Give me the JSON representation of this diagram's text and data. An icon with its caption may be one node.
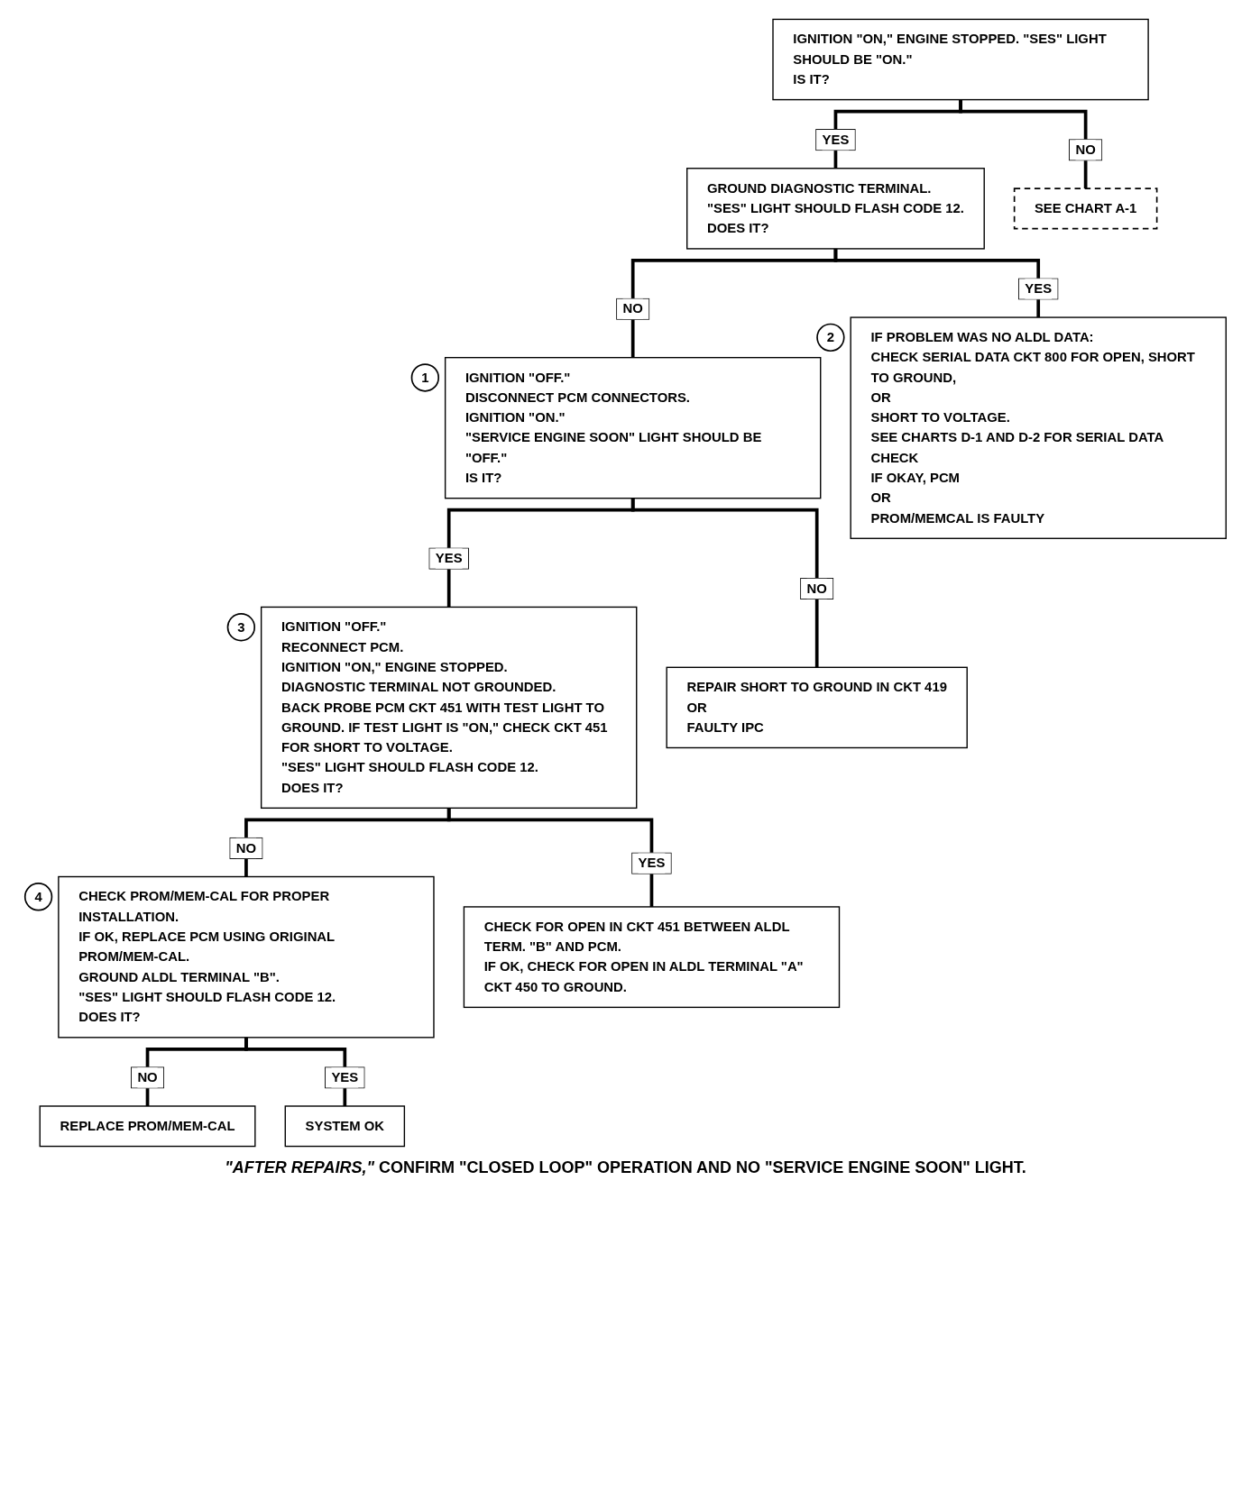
{
  "diagram": {
    "nodes": [
      {
        "text": [
          "IGNITION \"ON,\" ENGINE STOPPED. \"SES\" LIGHT SHOULD BE \"ON.\"",
          "IS IT?"
        ]
      },
      {
        "text": [
          "GROUND DIAGNOSTIC TERMINAL.",
          "\"SES\" LIGHT SHOULD FLASH CODE 12.",
          "DOES IT?"
        ]
      },
      {
        "text": [
          "SEE CHART A-1"
        ]
      },
      {
        "text": [
          "IGNITION \"OFF.\"",
          "DISCONNECT PCM CONNECTORS.",
          "IGNITION \"ON.\"",
          "\"SERVICE ENGINE SOON\" LIGHT SHOULD BE \"OFF.\"",
          "IS IT?"
        ],
        "beside": [
          "1"
        ]
      },
      {
        "text": [
          "IF PROBLEM WAS NO ALDL DATA:",
          "CHECK SERIAL DATA CKT 800 FOR OPEN, SHORT TO GROUND,",
          "OR",
          "SHORT TO VOLTAGE.",
          "SEE CHARTS D-1 AND D-2 FOR SERIAL DATA CHECK",
          "IF OKAY, PCM",
          "OR",
          "PROM/MEMCAL IS FAULTY"
        ],
        "beside": [
          "2"
        ]
      },
      {
        "text": [
          "IGNITION \"OFF.\"",
          "RECONNECT PCM.",
          "IGNITION \"ON,\" ENGINE STOPPED.",
          "DIAGNOSTIC TERMINAL NOT GROUNDED.",
          "BACK PROBE PCM CKT 451 WITH TEST LIGHT TO GROUND. IF TEST LIGHT IS \"ON,\" CHECK CKT 451 FOR SHORT TO VOLTAGE.",
          "\"SES\" LIGHT SHOULD FLASH CODE 12.",
          "DOES IT?"
        ],
        "beside": [
          "3"
        ]
      },
      {
        "text": [
          "REPAIR SHORT TO GROUND IN CKT 419",
          "OR",
          "FAULTY IPC"
        ]
      },
      {
        "text": [
          "CHECK PROM/MEM-CAL FOR PROPER INSTALLATION.",
          "IF OK, REPLACE PCM USING ORIGINAL PROM/MEM-CAL.",
          "GROUND ALDL TERMINAL \"B\".",
          "\"SES\" LIGHT SHOULD FLASH CODE 12.",
          "DOES IT?"
        ],
        "beside": [
          "4"
        ]
      },
      {
        "text": [
          "CHECK FOR OPEN IN CKT 451 BETWEEN ALDL TERM. \"B\" AND PCM.",
          "IF OK, CHECK FOR OPEN IN ALDL TERMINAL \"A\" CKT 450 TO GROUND."
        ]
      },
      {
        "text": [
          "REPLACE PROM/MEM-CAL"
        ]
      },
      {
        "text": [
          "SYSTEM OK"
        ]
      }
    ],
    "edges": [
      {
        "from": 0,
        "to": 1,
        "arrow": "none",
        "label": "YES"
      },
      {
        "from": 0,
        "to": 2,
        "arrow": "none",
        "label": "NO"
      },
      {
        "from": 1,
        "to": 3,
        "arrow": "none",
        "label": "NO"
      },
      {
        "from": 1,
        "to": 4,
        "arrow": "none",
        "label": "YES"
      },
      {
        "from": 3,
        "to": 5,
        "arrow": "none",
        "label": "YES"
      },
      {
        "from": 3,
        "to": 6,
        "arrow": "none",
        "label": "NO"
      },
      {
        "from": 5,
        "to": 7,
        "arrow": "none",
        "label": "NO"
      },
      {
        "from": 5,
        "to": 8,
        "arrow": "none",
        "label": "YES"
      },
      {
        "from": 7,
        "to": 9,
        "arrow": "none",
        "label": "NO"
      },
      {
        "from": 7,
        "to": 10,
        "arrow": "none",
        "label": "YES"
      }
    ],
    "caption": "*\"AFTER REPAIRS,\"* CONFIRM \"CLOSED LOOP\" OPERATION AND NO \"SERVICE ENGINE SOON\" LIGHT."
  }
}
